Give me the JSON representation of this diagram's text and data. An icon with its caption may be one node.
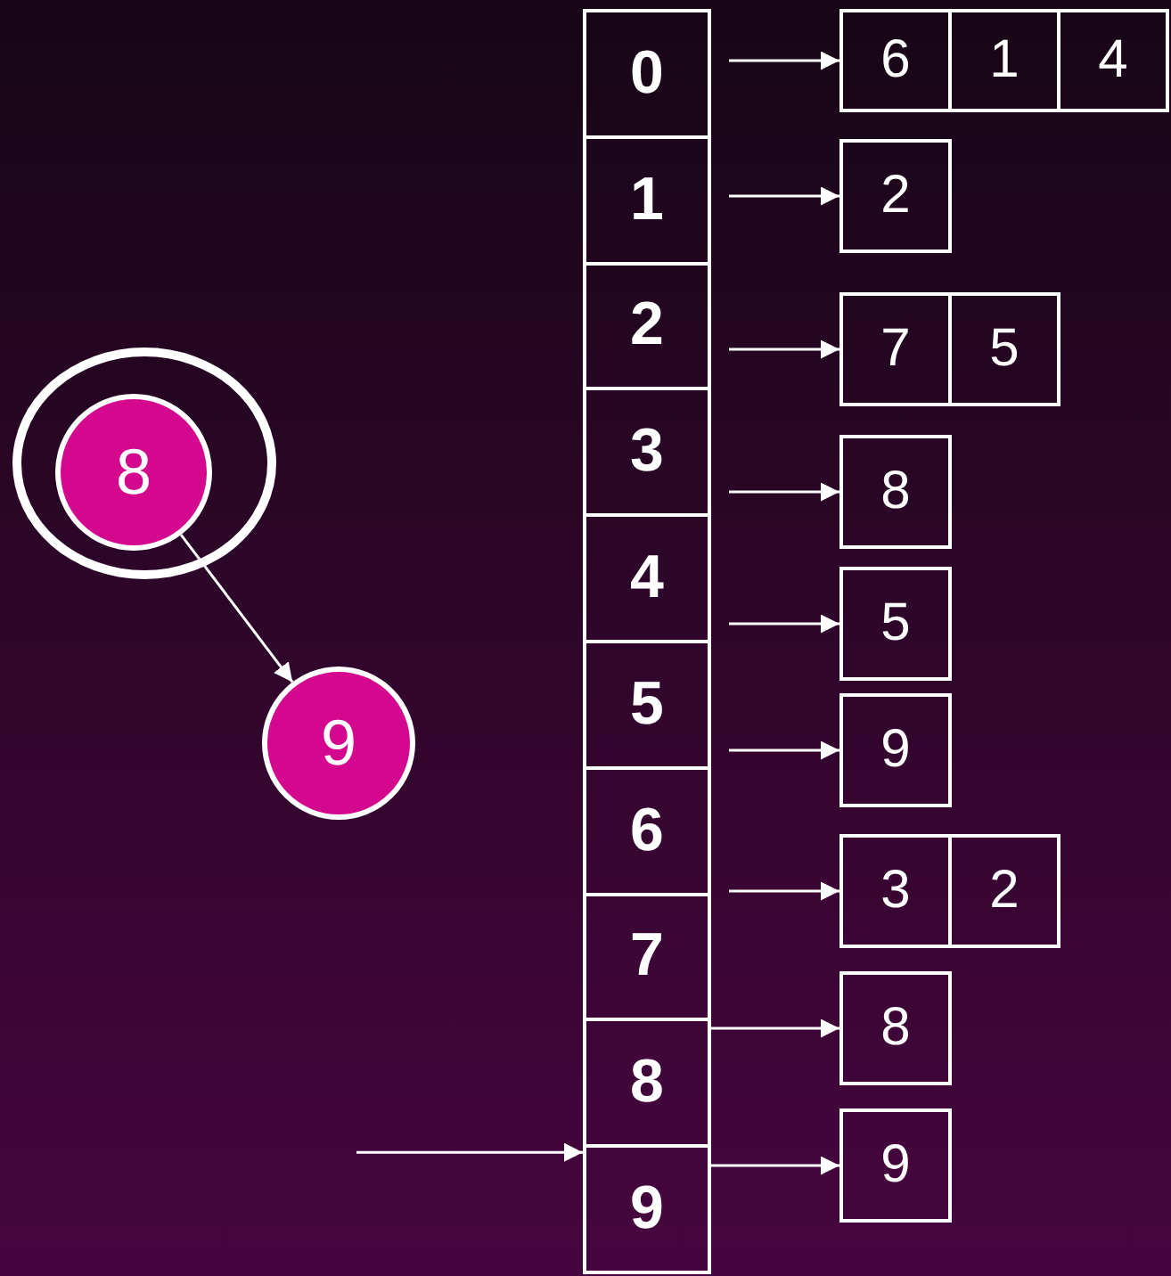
{
  "diagram": {
    "nodes": [
      {
        "text": [],
        "shape": "circle"
      },
      {
        "text": [
          "8"
        ],
        "in": 0
      },
      {
        "text": [
          "9"
        ]
      },
      {
        "text": [
          "0"
        ]
      },
      {
        "text": [
          "1"
        ]
      },
      {
        "text": [
          "2"
        ]
      },
      {
        "text": [
          "3"
        ]
      },
      {
        "text": [
          "4"
        ]
      },
      {
        "text": [
          "5"
        ]
      },
      {
        "text": [
          "6"
        ]
      },
      {
        "text": [
          "7"
        ]
      },
      {
        "text": [
          "8"
        ]
      },
      {
        "text": [
          "9"
        ]
      },
      {
        "text": [
          "6"
        ]
      },
      {
        "text": [
          "1"
        ]
      },
      {
        "text": [
          "4"
        ]
      },
      {
        "text": [
          "2"
        ]
      },
      {
        "text": [
          "7"
        ]
      },
      {
        "text": [
          "5"
        ]
      },
      {
        "text": [
          "8"
        ]
      },
      {
        "text": [
          "5"
        ]
      },
      {
        "text": [
          "9"
        ]
      },
      {
        "text": [
          "3"
        ]
      },
      {
        "text": [
          "2"
        ]
      },
      {
        "text": [
          "8"
        ]
      },
      {
        "text": [
          "9"
        ]
      }
    ],
    "edges": [
      {
        "from": 1,
        "to": 2,
        "arrow": "to"
      },
      {
        "from": 3,
        "to": 13,
        "arrow": "to"
      },
      {
        "from": 4,
        "to": 16,
        "arrow": "to"
      },
      {
        "from": 5,
        "to": 17,
        "arrow": "to"
      },
      {
        "from": 6,
        "to": 19,
        "arrow": "to"
      },
      {
        "from": 7,
        "to": 20,
        "arrow": "to"
      },
      {
        "from": 8,
        "to": 21,
        "arrow": "to"
      },
      {
        "from": 9,
        "to": 22,
        "arrow": "to"
      },
      {
        "from": 10,
        "to": 24,
        "arrow": "to"
      },
      {
        "from": 11,
        "to": 25,
        "arrow": "to"
      },
      {
        "from": null,
        "to": 12,
        "arrow": "to"
      }
    ]
  }
}
